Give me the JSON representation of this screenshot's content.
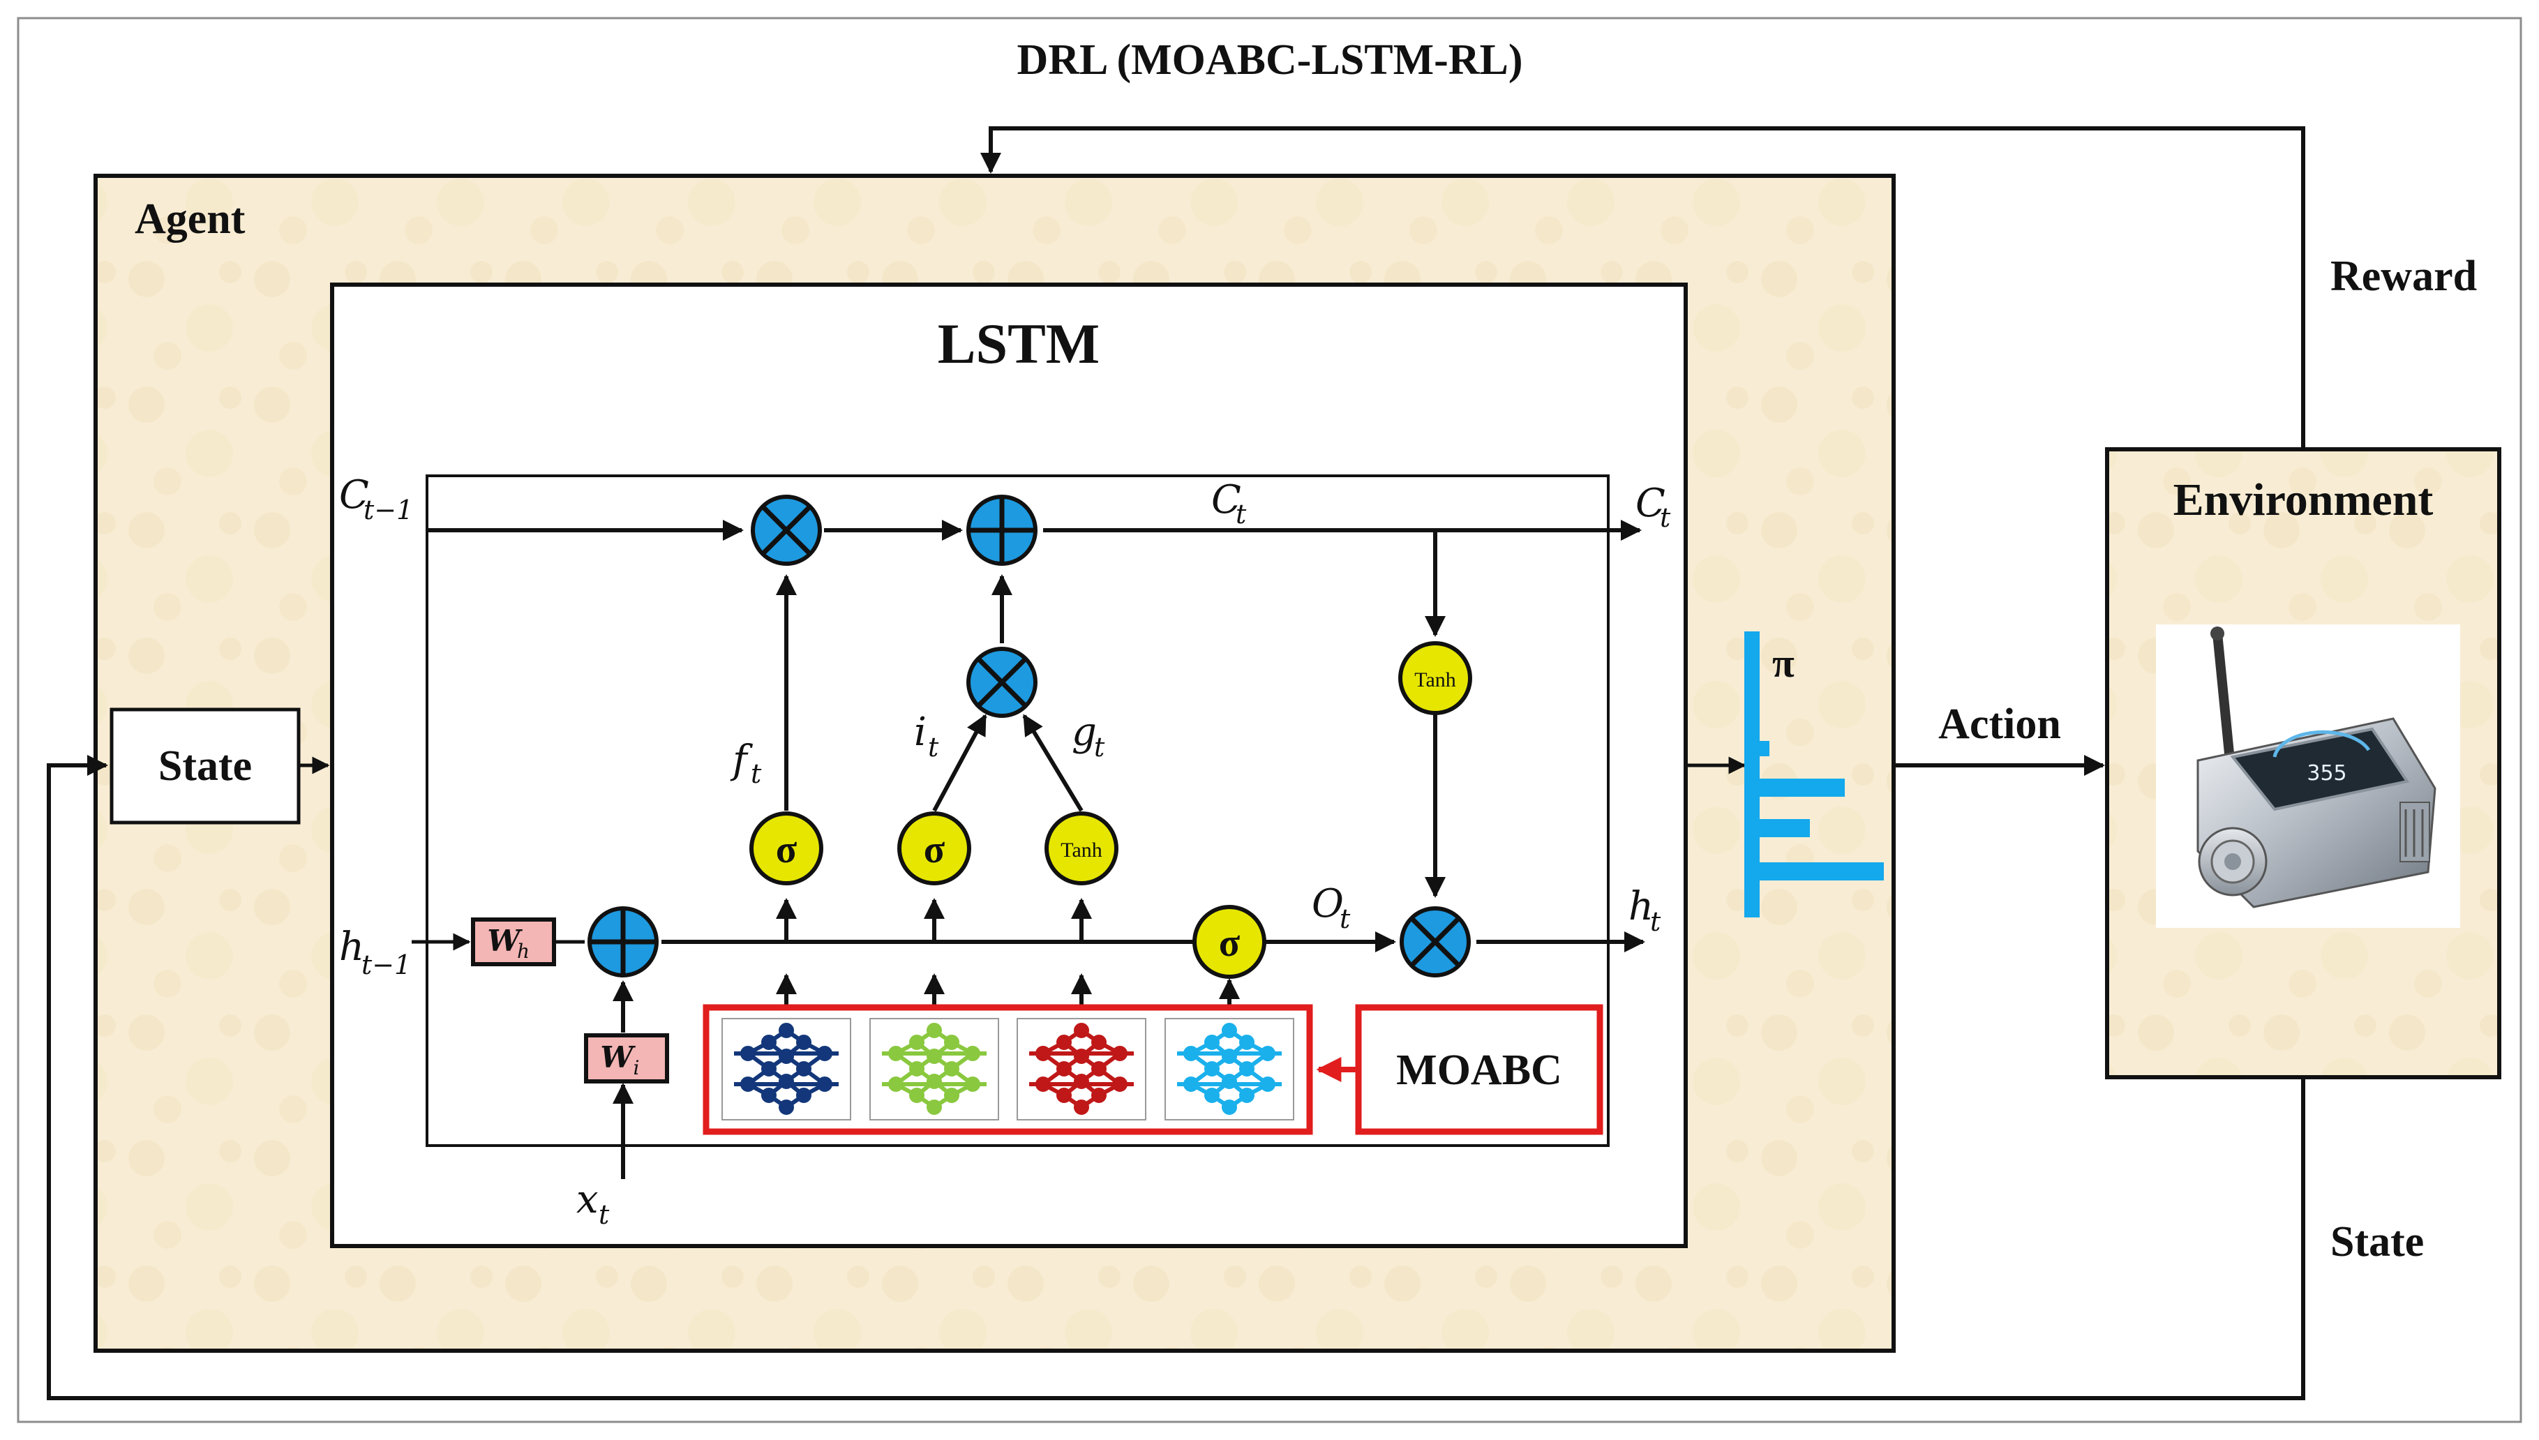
{
  "title": "DRL (MOABC-LSTM-RL)",
  "agent_label": "Agent",
  "lstm_label": "LSTM",
  "state_box_label": "State",
  "environment_label": "Environment",
  "action_label": "Action",
  "reward_label": "Reward",
  "state_feedback_label": "State",
  "moabc_label": "MOABC",
  "policy_label": "π",
  "gates": {
    "sigma": "σ",
    "tanh": "Tanh"
  },
  "symbols": {
    "c_prev": {
      "base": "C",
      "sub": "t−1"
    },
    "c_t_mid": {
      "base": "C",
      "sub": "t"
    },
    "c_t_out": {
      "base": "C",
      "sub": "t"
    },
    "h_prev": {
      "base": "h",
      "sub": "t−1"
    },
    "h_t": {
      "base": "h",
      "sub": "t"
    },
    "x_t": {
      "base": "x",
      "sub": "t"
    },
    "f_t": {
      "base": "f",
      "sub": "t"
    },
    "i_t": {
      "base": "i",
      "sub": "t"
    },
    "g_t": {
      "base": "g",
      "sub": "t"
    },
    "o_t": {
      "base": "O",
      "sub": "t"
    },
    "w_h": {
      "base": "W",
      "sub": "h"
    },
    "w_i": {
      "base": "W",
      "sub": "i"
    }
  },
  "colors": {
    "agent_fill": "#f7ecd2",
    "op_blue": "#1e9ae0",
    "gate_yellow": "#e6e600",
    "moabc_red": "#e11d1d",
    "weight_pink": "#f4b5b5",
    "policy_blue": "#14a8ec",
    "nn_navy": "#13377a",
    "nn_green": "#8ac83f",
    "nn_red": "#c01818",
    "nn_cyan": "#1ab0ec"
  },
  "icons": [
    "sensor-device-icon",
    "neural-network-icon"
  ]
}
